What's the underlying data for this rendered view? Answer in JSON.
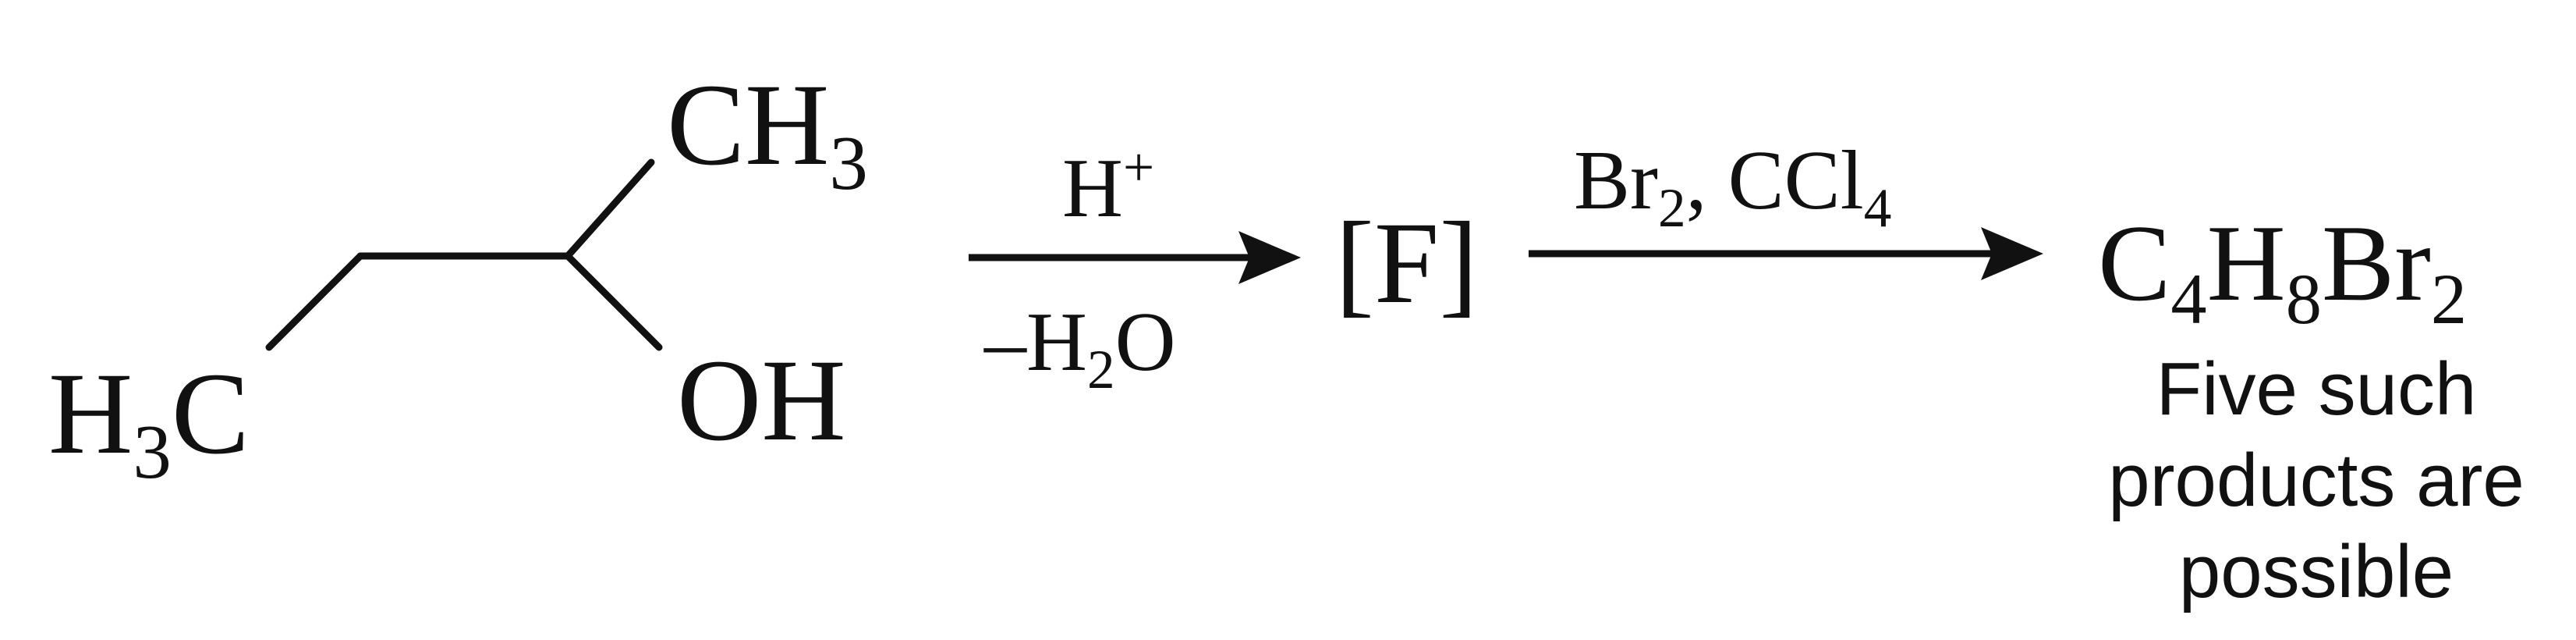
{
  "reactant": {
    "left_group": {
      "main": "H",
      "sub": "3",
      "tail": "C"
    },
    "top_group": {
      "main": "CH",
      "sub": "3"
    },
    "hydroxyl": "OH"
  },
  "step1": {
    "reagent_main": "H",
    "reagent_sup": "+",
    "condition_prefix": "–H",
    "condition_sub": "2",
    "condition_suffix": "O"
  },
  "intermediate": "[F]",
  "step2": {
    "reagent_a_main": "Br",
    "reagent_a_sub": "2",
    "reagent_separator": ", ",
    "reagent_b_main": "CCl",
    "reagent_b_sub": "4"
  },
  "product": {
    "c": "C",
    "c_sub": "4",
    "h": "H",
    "h_sub": "8",
    "br": "Br",
    "br_sub": "2"
  },
  "note": {
    "lines": [
      "Five such",
      "products are",
      "possible"
    ]
  }
}
